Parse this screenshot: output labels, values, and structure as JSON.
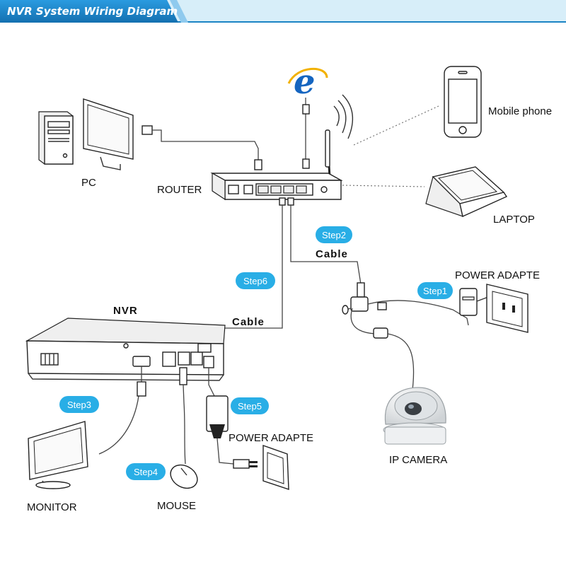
{
  "header": {
    "title": "NVR System Wiring Diagram",
    "accent": "#1b84c4"
  },
  "labels": {
    "pc": "PC",
    "router": "ROUTER",
    "mobile": "Mobile phone",
    "laptop": "LAPTOP",
    "nvr": "NVR",
    "cable_top": "Cable",
    "cable_nvr": "Cable",
    "power_adapter_camera": "POWER ADAPTE",
    "power_adapter_nvr": "POWER ADAPTE",
    "ip_camera": "IP  CAMERA",
    "monitor": "MONITOR",
    "mouse": "MOUSE"
  },
  "steps": {
    "step1": "Step1",
    "step2": "Step2",
    "step3": "Step3",
    "step4": "Step4",
    "step5": "Step5",
    "step6": "Step6"
  },
  "colors": {
    "step_fill": "#29aee6",
    "ie_blue": "#1565c0"
  },
  "icons": [
    "internet-explorer-icon",
    "wifi-signal-icon"
  ]
}
